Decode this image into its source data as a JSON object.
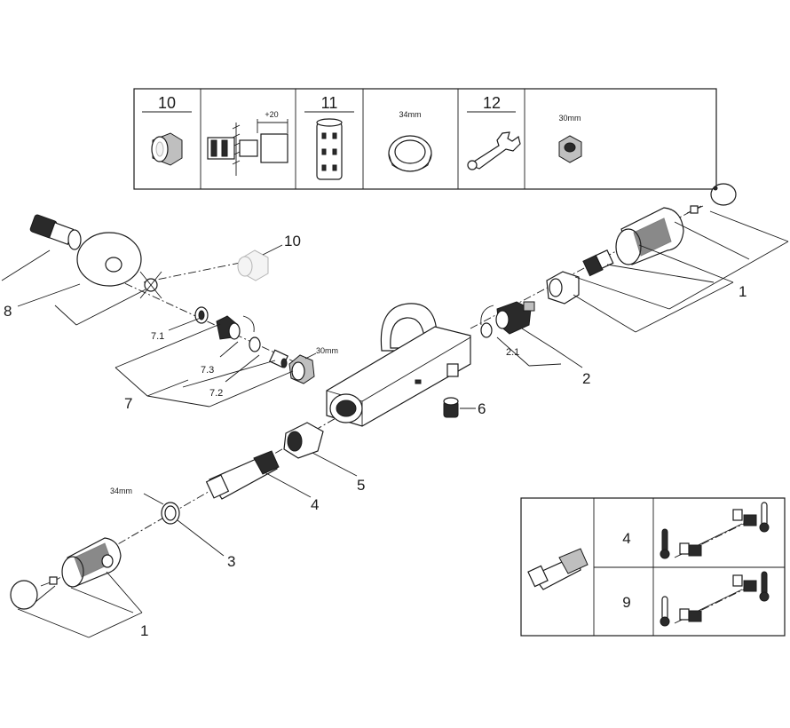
{
  "legend_table": {
    "headers": [
      "10",
      "11",
      "12"
    ],
    "dimension_plus": "+20",
    "size_34": "34mm",
    "size_30": "30mm"
  },
  "callouts": {
    "c10": "10",
    "c8": "8",
    "c7_1": "7.1",
    "c7_3": "7.3",
    "c7_2": "7.2",
    "c7": "7",
    "c30mm": "30mm",
    "c1_top": "1",
    "c2_1": "2.1",
    "c2": "2",
    "c6": "6",
    "c5": "5",
    "c4": "4",
    "c34mm": "34mm",
    "c3": "3",
    "c1_bottom": "1"
  },
  "adjust_box": {
    "row_top": "4",
    "row_bottom": "9"
  }
}
